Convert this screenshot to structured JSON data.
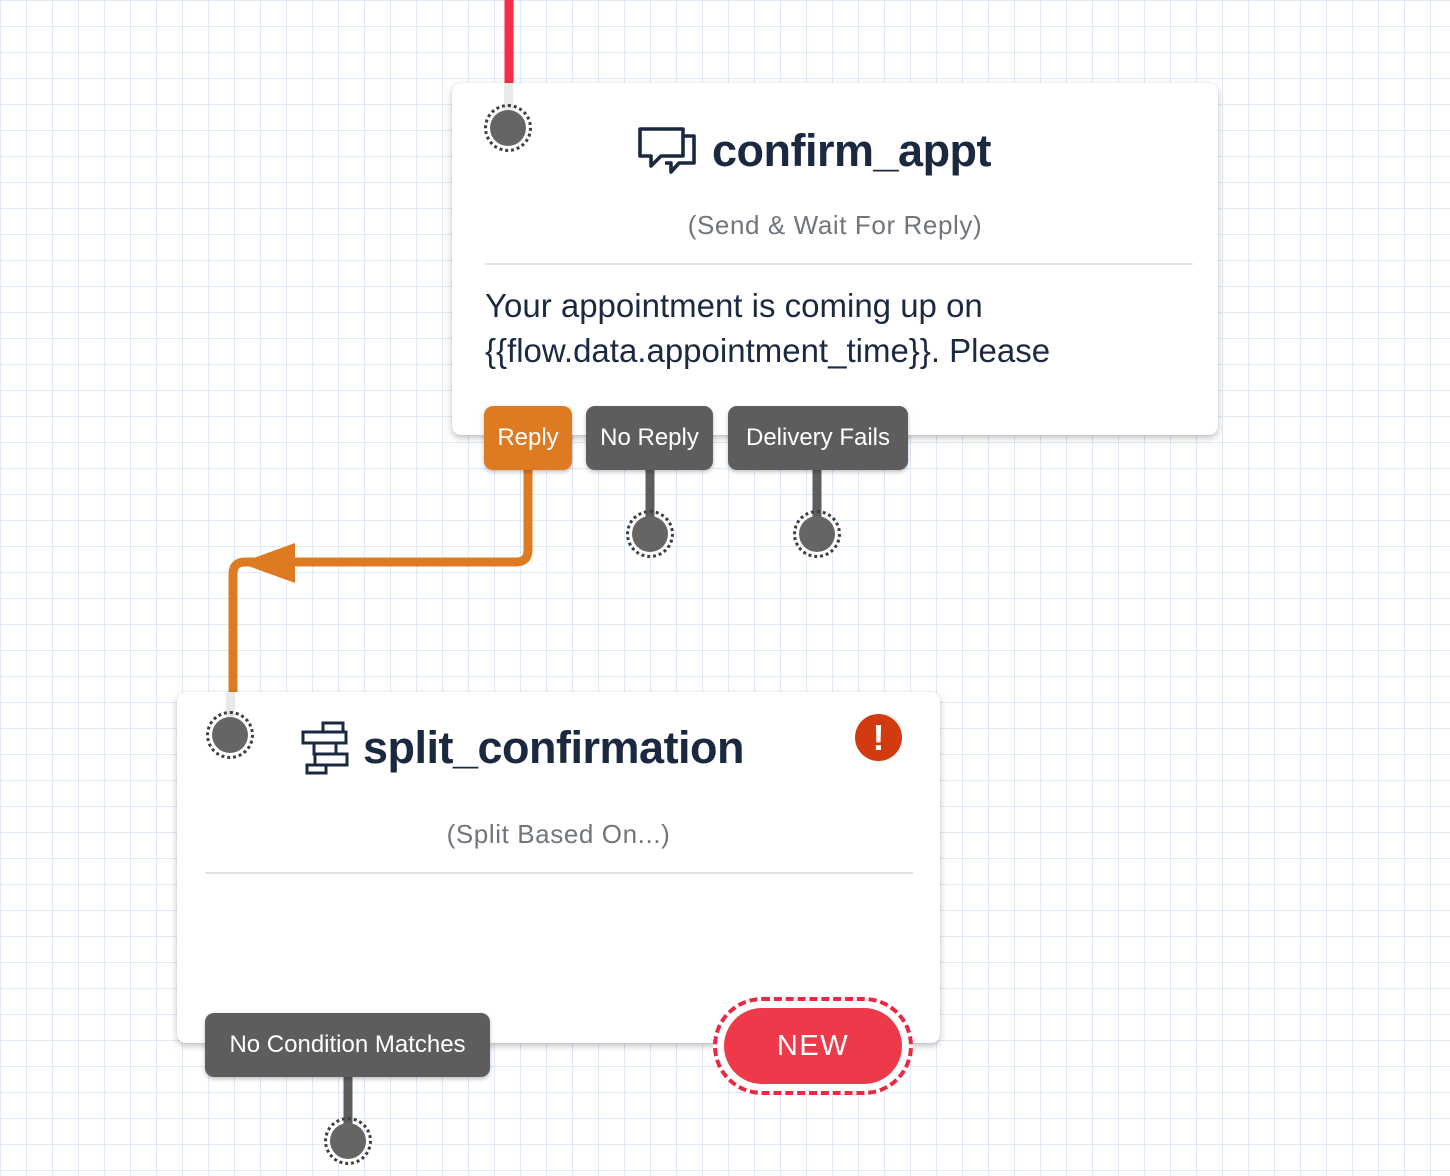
{
  "canvas": {
    "background": "#ffffff",
    "grid_color": "#dfe9f7"
  },
  "colors": {
    "incoming_transition_red": "#f22f46",
    "connector_orange": "#de7b22",
    "port_button_gray": "#5d5d5d",
    "title_navy": "#1b2940",
    "subtitle_gray": "#70757e",
    "error_badge_red": "#d23a10",
    "new_button_red": "#ee394b",
    "connector_dot_gray": "#666564"
  },
  "widget_confirm": {
    "title": "confirm_appt",
    "subtitle": "(Send & Wait For Reply)",
    "icon": "chat-bubbles-icon",
    "body_lines": {
      "line1": "Your appointment is coming up on",
      "line2": "{{flow.data.appointment_time}}. Please"
    },
    "buttons": {
      "reply": "Reply",
      "no_reply": "No Reply",
      "delivery_fails": "Delivery Fails"
    }
  },
  "widget_split": {
    "title": "split_confirmation",
    "subtitle": "(Split Based On...)",
    "icon": "split-based-on-icon",
    "error_badge": "!",
    "buttons": {
      "no_condition_matches": "No Condition Matches"
    },
    "new_button_label": "NEW"
  }
}
